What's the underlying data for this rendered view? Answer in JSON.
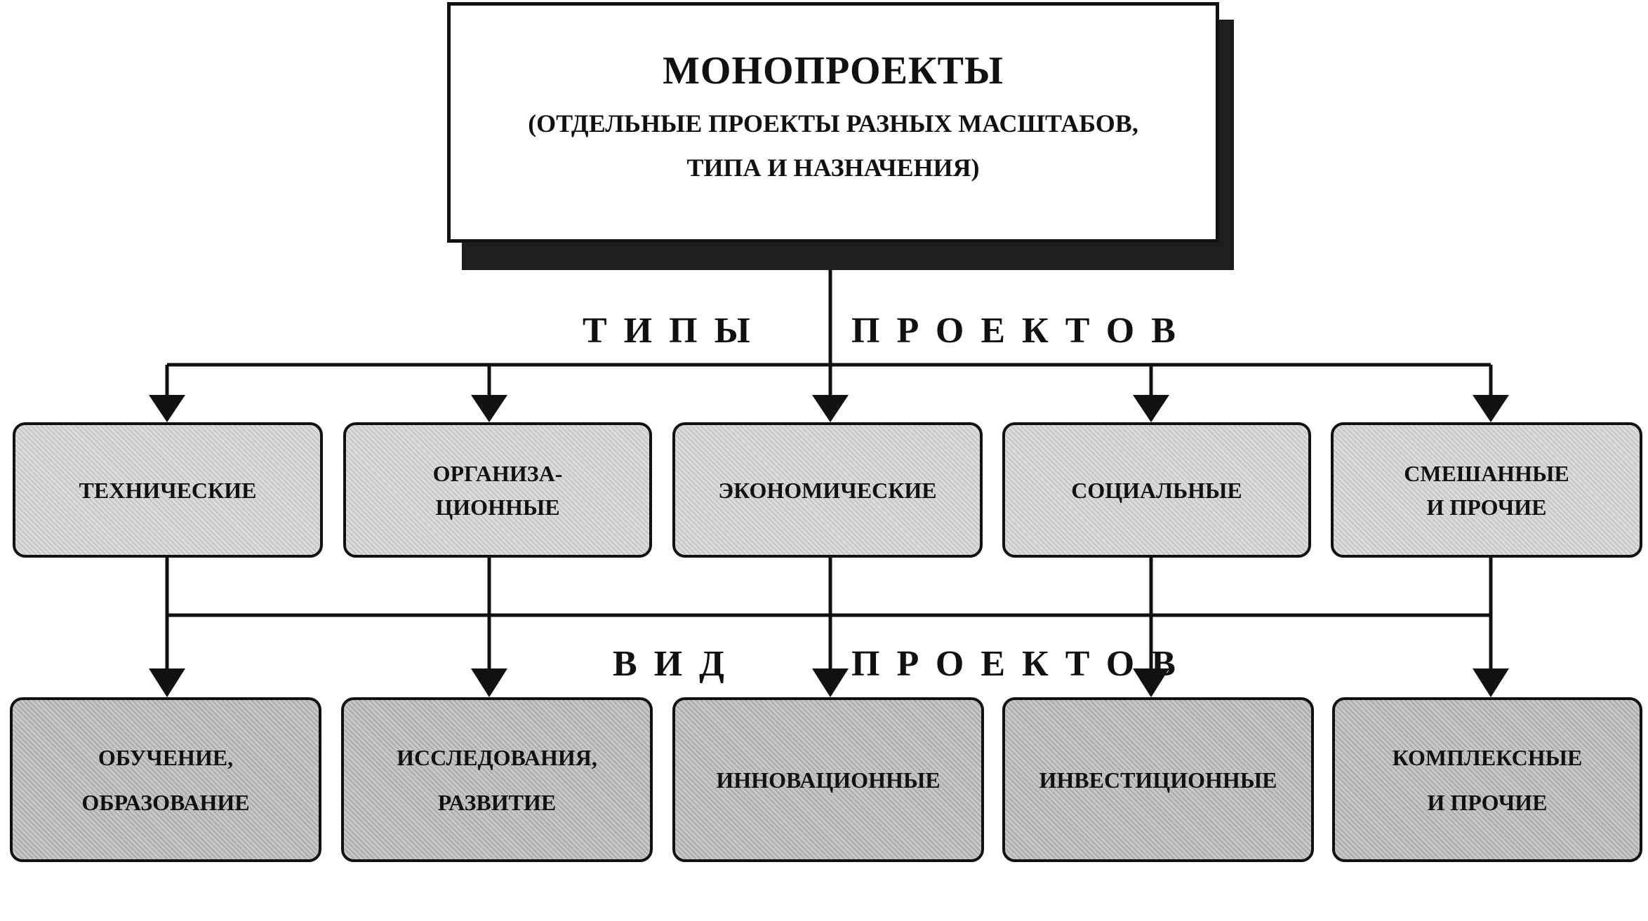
{
  "top": {
    "title": "МОНОПРОЕКТЫ",
    "subtitle_line1": "(ОТДЕЛЬНЫЕ ПРОЕКТЫ РАЗНЫХ МАСШТАБОВ,",
    "subtitle_line2": "ТИПА И НАЗНАЧЕНИЯ)"
  },
  "types_heading": {
    "word1": "ТИПЫ",
    "word2": "ПРОЕКТОВ"
  },
  "types": [
    {
      "line1": "ТЕХНИЧЕСКИЕ",
      "line2": ""
    },
    {
      "line1": "ОРГАНИЗА-",
      "line2": "ЦИОННЫЕ"
    },
    {
      "line1": "ЭКОНОМИЧЕСКИЕ",
      "line2": ""
    },
    {
      "line1": "СОЦИАЛЬНЫЕ",
      "line2": ""
    },
    {
      "line1": "СМЕШАННЫЕ",
      "line2": "И ПРОЧИЕ"
    }
  ],
  "kinds_heading": {
    "word1": "ВИД",
    "word2": "ПРОЕКТОВ"
  },
  "kinds": [
    {
      "line1": "ОБУЧЕНИЕ,",
      "line2": "ОБРАЗОВАНИЕ"
    },
    {
      "line1": "ИССЛЕДОВАНИЯ,",
      "line2": "РАЗВИТИЕ"
    },
    {
      "line1": "ИННОВАЦИОННЫЕ",
      "line2": ""
    },
    {
      "line1": "ИНВЕСТИЦИОННЫЕ",
      "line2": ""
    },
    {
      "line1": "КОМПЛЕКСНЫЕ",
      "line2": "И ПРОЧИЕ"
    }
  ]
}
